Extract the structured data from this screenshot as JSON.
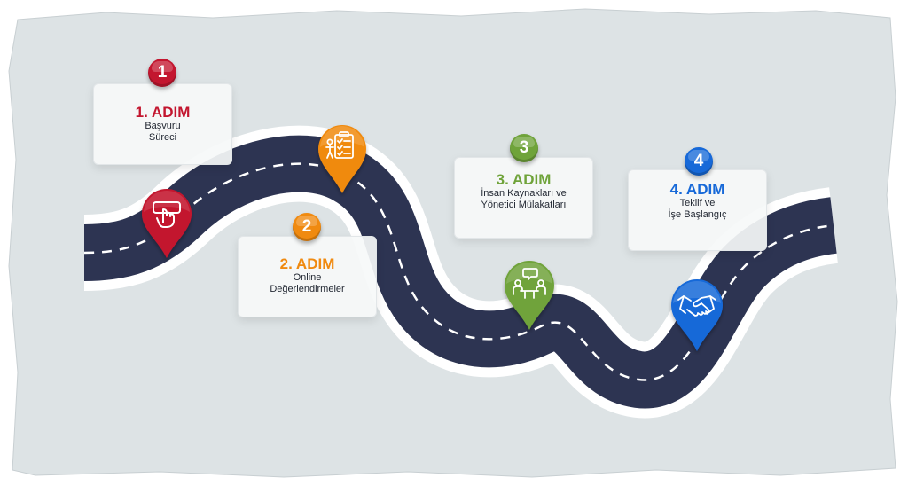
{
  "colors": {
    "background": "#dde3e5",
    "road": "#2d3452",
    "road_lines": "#ffffff",
    "step1": "#c3162f",
    "step2": "#f08a10",
    "step3": "#6fa33a",
    "step4": "#1769d8"
  },
  "steps": [
    {
      "number": "1",
      "title": "1. ADIM",
      "description": "Başvuru\nSüreci",
      "icon": "click-button-icon"
    },
    {
      "number": "2",
      "title": "2. ADIM",
      "description": "Online\nDeğerlendirmeler",
      "icon": "clipboard-checklist-icon"
    },
    {
      "number": "3",
      "title": "3. ADIM",
      "description": "İnsan Kaynakları ve\nYönetici Mülakatları",
      "icon": "interview-meeting-icon"
    },
    {
      "number": "4",
      "title": "4. ADIM",
      "description": "Teklif ve\nİşe Başlangıç",
      "icon": "handshake-icon"
    }
  ]
}
